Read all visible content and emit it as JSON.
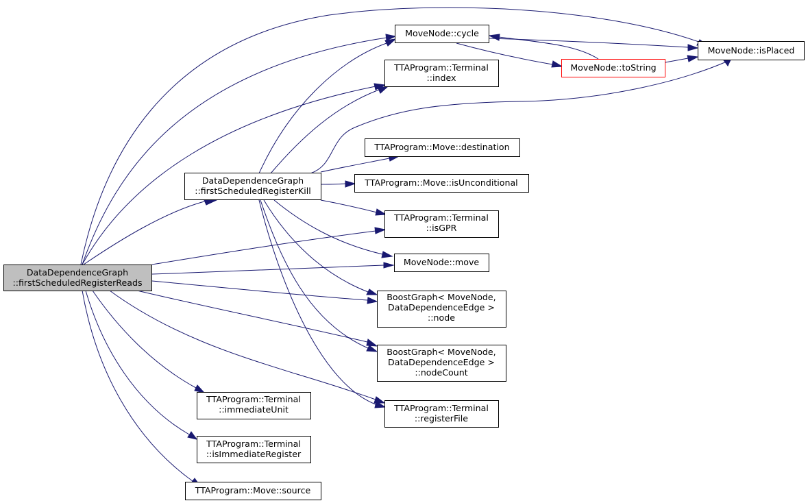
{
  "colors": {
    "edge": "#191970",
    "root_fill": "#bfbfbf",
    "node_fill": "#ffffff",
    "node_border": "#000000",
    "truncated_border": "#ff0000"
  },
  "nodes": {
    "root": {
      "lines": [
        "DataDependenceGraph",
        "::firstScheduledRegisterReads"
      ]
    },
    "kill": {
      "lines": [
        "DataDependenceGraph",
        "::firstScheduledRegisterKill"
      ]
    },
    "cycle": {
      "lines": [
        "MoveNode::cycle"
      ]
    },
    "isplaced": {
      "lines": [
        "MoveNode::isPlaced"
      ]
    },
    "tostring": {
      "lines": [
        "MoveNode::toString"
      ]
    },
    "index": {
      "lines": [
        "TTAProgram::Terminal",
        "::index"
      ]
    },
    "destination": {
      "lines": [
        "TTAProgram::Move::destination"
      ]
    },
    "isunconditional": {
      "lines": [
        "TTAProgram::Move::isUnconditional"
      ]
    },
    "isgpr": {
      "lines": [
        "TTAProgram::Terminal",
        "::isGPR"
      ]
    },
    "move": {
      "lines": [
        "MoveNode::move"
      ]
    },
    "node": {
      "lines": [
        "BoostGraph< MoveNode,",
        "DataDependenceEdge >",
        "::node"
      ]
    },
    "nodecount": {
      "lines": [
        "BoostGraph< MoveNode,",
        "DataDependenceEdge >",
        "::nodeCount"
      ]
    },
    "registerfile": {
      "lines": [
        "TTAProgram::Terminal",
        "::registerFile"
      ]
    },
    "immediateunit": {
      "lines": [
        "TTAProgram::Terminal",
        "::immediateUnit"
      ]
    },
    "isimmreg": {
      "lines": [
        "TTAProgram::Terminal",
        "::isImmediateRegister"
      ]
    },
    "source": {
      "lines": [
        "TTAProgram::Move::source"
      ]
    }
  }
}
